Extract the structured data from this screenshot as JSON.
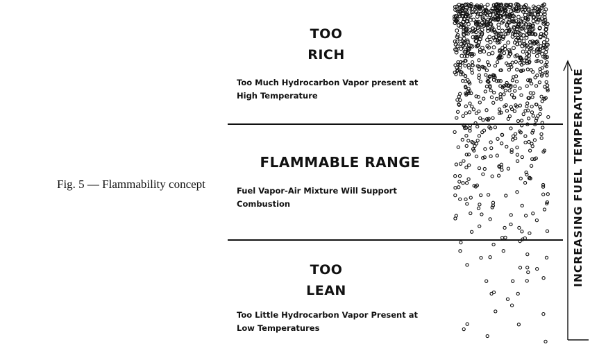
{
  "caption": "Fig. 5 — Flammability concept",
  "zones": {
    "rich": {
      "title_line1": "TOO",
      "title_line2": "RICH",
      "description": "Too Much Hydrocarbon Vapor present at High Temperature"
    },
    "flammable": {
      "title": "FLAMMABLE RANGE",
      "description": "Fuel Vapor-Air Mixture Will Support Combustion"
    },
    "lean": {
      "title_line1": "TOO",
      "title_line2": "LEAN",
      "description": "Too Little Hydrocarbon Vapor Present at Low Temperatures"
    }
  },
  "axis_label": "INCREASING FUEL TEMPERATURE",
  "colors": {
    "ink": "#111111",
    "background": "#ffffff"
  }
}
